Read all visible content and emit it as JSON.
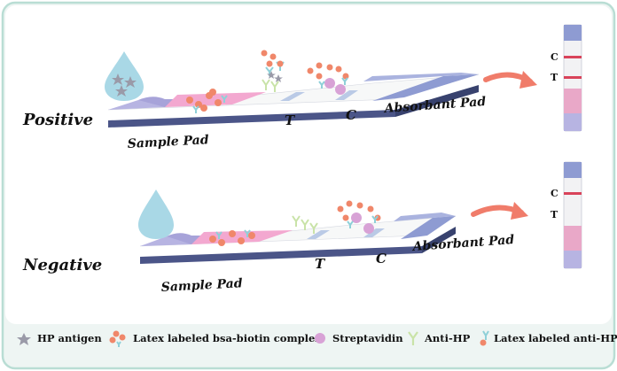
{
  "colors": {
    "frame_fill": "#eef5f3",
    "frame_border": "#b9ddd4",
    "sample_pad": "#b7b4e2",
    "conjugate_pad": "#f3a8d0",
    "membrane": "#f7f8f8",
    "absorbant_pad": "#8e9bd2",
    "strip_side": "#4b5588",
    "latex_particle": "#f0876a",
    "antibody": "#8fd0d8",
    "anti_hp": "#c9e3a8",
    "streptavidin": "#d8a2d6",
    "antigen_star": "#9a9aa8",
    "drop": "#a9d8e6",
    "red_line": "#d9435a",
    "arrow": "#f07c6a"
  },
  "rows": [
    {
      "id": "positive",
      "label": "Positive",
      "sample_pad_label": "Sample Pad",
      "t_label": "T",
      "c_label": "C",
      "absorbant_pad_label": "Absorbant Pad",
      "drop_has_antigen": true,
      "result": {
        "c_label": "C",
        "t_label": "T",
        "c_line": true,
        "t_line": true
      }
    },
    {
      "id": "negative",
      "label": "Negative",
      "sample_pad_label": "Sample Pad",
      "t_label": "T",
      "c_label": "C",
      "absorbant_pad_label": "Absorbant Pad",
      "drop_has_antigen": false,
      "result": {
        "c_label": "C",
        "t_label": "T",
        "c_line": true,
        "t_line": false
      }
    }
  ],
  "legend": [
    {
      "icon": "star-icon",
      "label": "HP antigen"
    },
    {
      "icon": "latex-biotin-complex-icon",
      "label": "Latex labeled bsa-biotin complex"
    },
    {
      "icon": "streptavidin-icon",
      "label": "Streptavidin"
    },
    {
      "icon": "anti-hp-icon",
      "label": "Anti-HP"
    },
    {
      "icon": "latex-anti-hp-icon",
      "label": "Latex labeled anti-HP"
    }
  ]
}
